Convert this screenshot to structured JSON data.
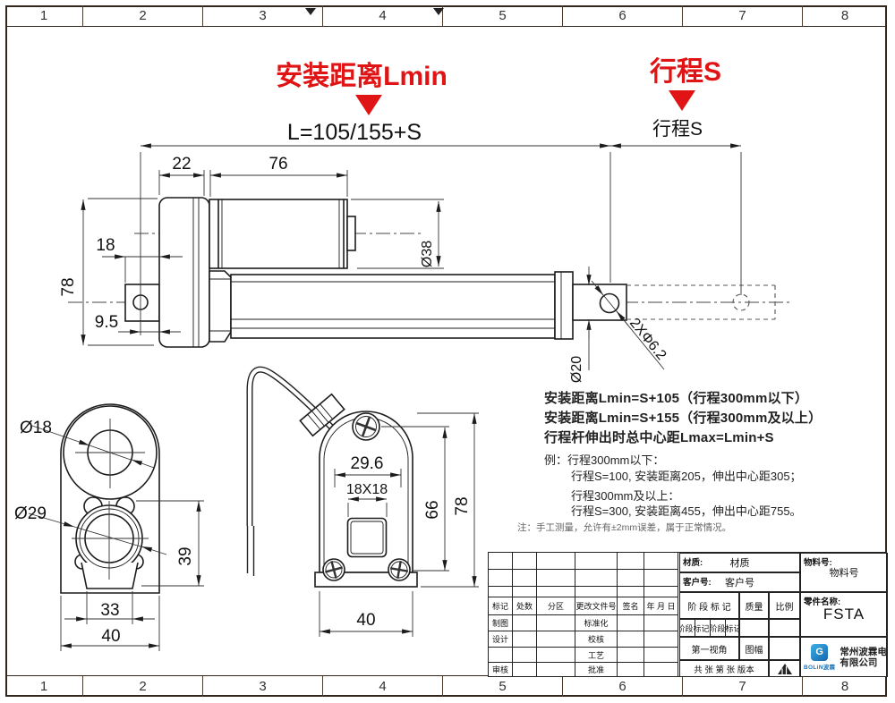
{
  "frame": {
    "columns": [
      "1",
      "2",
      "3",
      "4",
      "5",
      "6",
      "7",
      "8"
    ]
  },
  "labels": {
    "install_distance_red": "安装距离Lmin",
    "stroke_red": "行程S",
    "total_length": "L=105/155+S",
    "stroke_black": "行程S"
  },
  "dims": {
    "main": {
      "width22": "22",
      "motor76": "76",
      "rear18": "18",
      "height78": "78",
      "offset95": "9.5",
      "motor_dia": "Ø38",
      "rod_dia": "Ø20",
      "holes": "2XΦ6.2"
    },
    "left_view": {
      "hole_dia": "Ø18",
      "bore_dia": "Ø29",
      "height39": "39",
      "width33": "33",
      "width40": "40"
    },
    "front_view": {
      "width296": "29.6",
      "square": "18X18",
      "height66": "66",
      "height78": "78",
      "width40": "40"
    }
  },
  "notes": {
    "formula1": "安装距离Lmin=S+105（行程300mm以下）",
    "formula2": "安装距离Lmin=S+155（行程300mm及以上）",
    "formula3": "行程杆伸出时总中心距Lmax=Lmin+S",
    "example_label": "例：",
    "example_cond1": "行程300mm以下：",
    "example_line1": "行程S=100, 安装距离205，伸出中心距305；",
    "example_cond2": "行程300mm及以上：",
    "example_line2": "行程S=300, 安装距离455，伸出中心距755。",
    "tolerance_note": "注：手工测量，允许有±2mm误差，属于正常情况。"
  },
  "title_block": {
    "rev_headers": [
      "标记",
      "处数",
      "分区",
      "更改文件号",
      "签名",
      "年 月 日"
    ],
    "maker_label": "制图",
    "design_label": "设计",
    "audit_label": "审核",
    "standard_label": "标准化",
    "check_label": "校核",
    "process_label": "工艺",
    "approve_label": "批准",
    "material_label": "材质:",
    "material_value": "材质",
    "customer_label": "客户号:",
    "customer_value": "客户号",
    "stage_header": "阶 段 标 记",
    "quality_header": "质量",
    "scale_header": "比例",
    "stage_row_text": "阶段标记阶段标记",
    "first_view": "第一视角",
    "sheet_format": "图幅",
    "sheets_text": "共  张  第  张  版本",
    "part_no_label": "物料号:",
    "part_no_value": "物料号",
    "part_name_label": "零件名称:",
    "part_name_value": "FSTA",
    "logo_letter": "G",
    "logo_brand": "BOLiN波霖",
    "company_line1": "常州波霖电子",
    "company_line2": "有限公司"
  },
  "colors": {
    "red": "#e01414",
    "line": "#1c1c1c",
    "frame": "#31251c",
    "logo_blue": "#1874bc"
  }
}
